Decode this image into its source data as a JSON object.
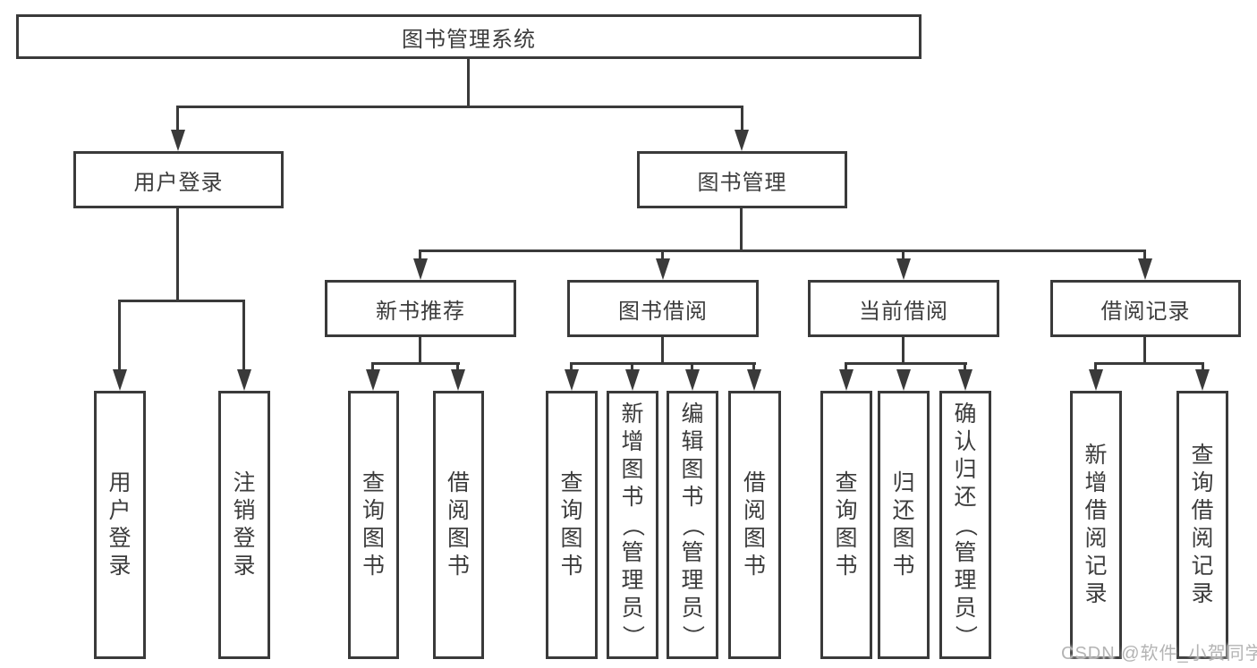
{
  "diagram": {
    "type": "function-structure-tree",
    "root": {
      "label": "图书管理系统"
    },
    "branches": [
      {
        "label": "用户登录",
        "children": [
          {
            "label": "用户登录"
          },
          {
            "label": "注销登录"
          }
        ]
      },
      {
        "label": "图书管理",
        "children": [
          {
            "label": "新书推荐",
            "children": [
              {
                "label": "查询图书"
              },
              {
                "label": "借阅图书"
              }
            ]
          },
          {
            "label": "图书借阅",
            "children": [
              {
                "label": "查询图书"
              },
              {
                "label": "新增图书（管理员）"
              },
              {
                "label": "编辑图书（管理员）"
              },
              {
                "label": "借阅图书"
              }
            ]
          },
          {
            "label": "当前借阅",
            "children": [
              {
                "label": "查询图书"
              },
              {
                "label": "归还图书"
              },
              {
                "label": "确认归还（管理员）"
              }
            ]
          },
          {
            "label": "借阅记录",
            "children": [
              {
                "label": "新增借阅记录"
              },
              {
                "label": "查询借阅记录"
              }
            ]
          }
        ]
      }
    ]
  },
  "watermark": {
    "text": "CSDN @软件_小贺同学",
    "color": "#b4b4b4"
  },
  "colors": {
    "line": "#3a3a3a",
    "text": "#3c3c3c",
    "background": "#ffffff"
  }
}
